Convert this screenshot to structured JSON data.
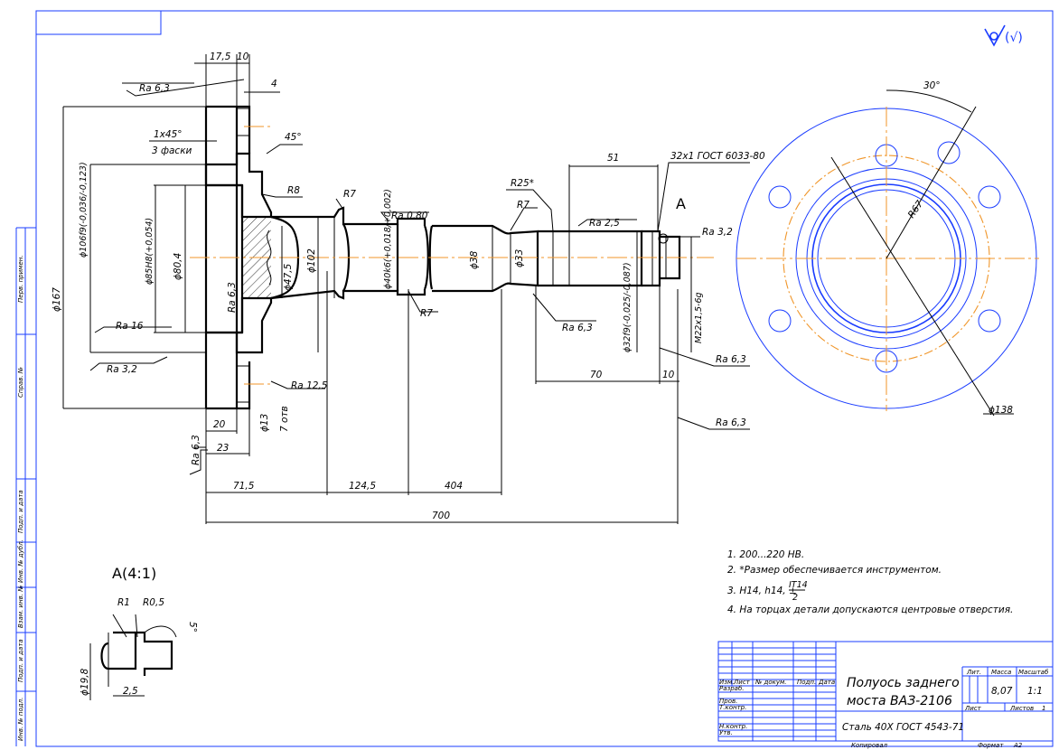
{
  "symbol": {
    "roughness_general": "(√)"
  },
  "dims": {
    "d175": "17,5",
    "d10a": "10",
    "d4": "4",
    "d45deg": "45°",
    "ra63_top": "Ra 6,3",
    "chamfer1": "1x45°",
    "chamfer2": "3 фаски",
    "d106": "ϕ106f9(-0,036/-0,123)",
    "d167": "ϕ167",
    "d858": "ϕ85H8(+0,054)",
    "d804": "ϕ80,4",
    "r8": "R8",
    "r7a": "R7",
    "ra080": "Ra 0,80",
    "d475": "ϕ47,5",
    "d102": "ϕ102",
    "d40": "ϕ40k6(+0,018/+0,002)",
    "r7b": "R7",
    "d38": "ϕ38",
    "d33": "ϕ33",
    "r25": "R25*",
    "r7c": "R7",
    "ra25": "Ra 2,5",
    "d51": "51",
    "gost": "32x1 ГОСТ 6033-80",
    "viewA": "A",
    "ra32r": "Ra 3,2",
    "m22": "M22x1,5-6g",
    "d32": "ϕ32f9(-0,025/-0,087)",
    "ra63c": "Ra 6,3",
    "ra63d": "Ra 6,3",
    "ra63e": "Ra 6,3",
    "d70": "70",
    "d10b": "10",
    "ra63l": "Ra 6,3",
    "ra16": "Ra 16",
    "ra32l": "Ra 3,2",
    "ra125": "Ra 12,5",
    "d13": "ϕ13",
    "holes7": "7 отв",
    "d20": "20",
    "d23": "23",
    "ra63v": "Ra 6,3",
    "d715": "71,5",
    "d1245": "124,5",
    "d404": "404",
    "d700": "700",
    "deg30": "30°",
    "r67": "R67",
    "d138": "ϕ138"
  },
  "detailA": {
    "title": "A(4:1)",
    "r1": "R1",
    "r05": "R0,5",
    "a5": "5°",
    "d198": "ϕ19,8",
    "d25": "2,5"
  },
  "notes": [
    "1. 200...220 НВ.",
    "2. *Размер обеспечивается инструментом.",
    "3. Н14, h14, ±",
    "4. На торцах детали допускаются центровые отверстия."
  ],
  "note3_frac": {
    "num": "IT14",
    "den": "2"
  },
  "side_labels": [
    "Перв. примен.",
    "Справ. №",
    "Подп. и дата",
    "Инв. № дубл.",
    "Взам. инв. №",
    "Подп. и дата",
    "Инв. № подл."
  ],
  "title_block": {
    "col_heads": [
      "Изм.",
      "Лист",
      "№ докум.",
      "Подп.",
      "Дата"
    ],
    "rows": [
      "Разраб.",
      "Пров.",
      "Т.контр.",
      "",
      "Н.контр.",
      "Утв."
    ],
    "name_line1": "Полуось заднего",
    "name_line2": "моста ВАЗ-2106",
    "material": "Сталь 40Х ГОСТ 4543-71",
    "lit": "Лит.",
    "massa": "Масса",
    "masshtab": "Масштаб",
    "mass_val": "8,07",
    "scale_val": "1:1",
    "sheet": "Лист",
    "sheets": "Листов",
    "sheets_val": "1",
    "copied": "Копировал",
    "format": "Формат",
    "format_val": "А2"
  }
}
